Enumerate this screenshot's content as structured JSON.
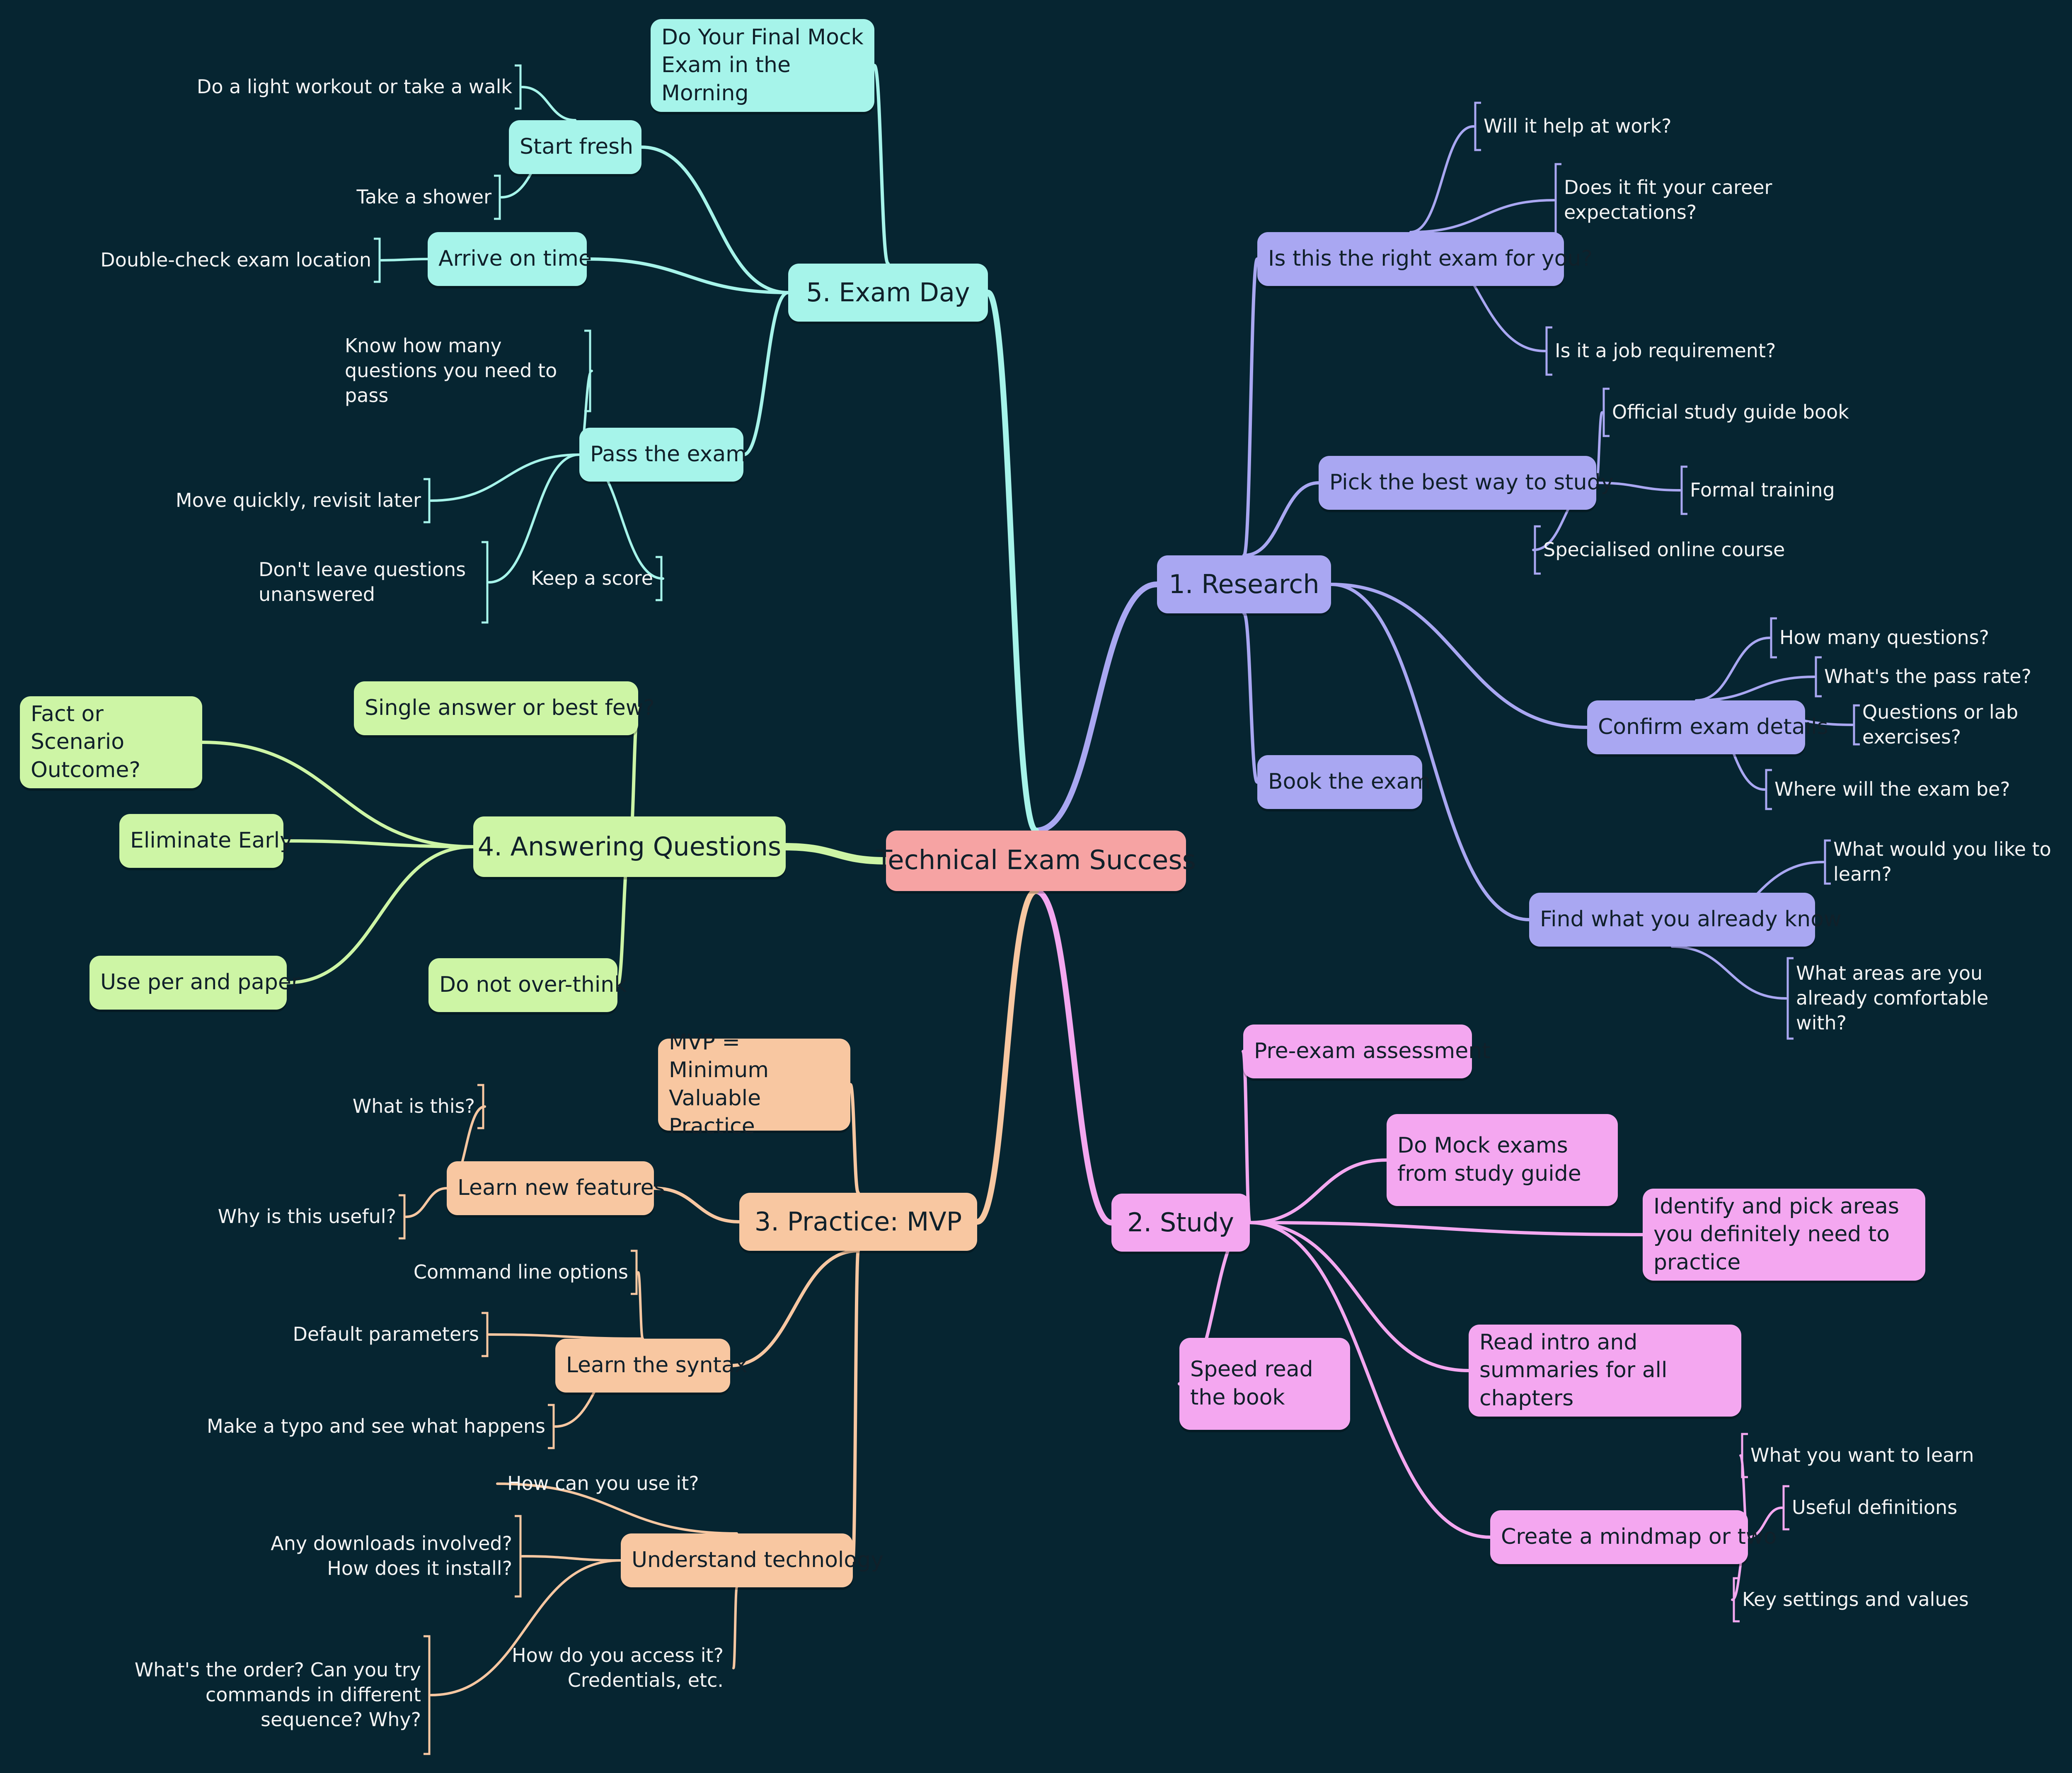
{
  "colors": {
    "background": "#062531",
    "root": "#f6a3a3",
    "research": "#a9a7f2",
    "study": "#f4a7f0",
    "practice": "#f8c7a1",
    "answering": "#cdf5a5",
    "exam_day": "#a6f4ea",
    "leaf_text": "#f4f4f4"
  },
  "root": "Technical Exam Success",
  "research": {
    "title": "1. Research",
    "right_exam": {
      "label": "Is this the right exam for you?",
      "items": [
        "Will it help at work?",
        "Does it fit your career expectations?",
        "Is it a job requirement?"
      ]
    },
    "best_way": {
      "label": "Pick the best way to study",
      "items": [
        "Official study guide book",
        "Formal training",
        "Specialised online course"
      ]
    },
    "confirm": {
      "label": "Confirm exam details",
      "items": [
        "How many questions?",
        "What's the pass rate?",
        "Questions or lab exercises?",
        "Where will the exam be?"
      ]
    },
    "book": {
      "label": "Book the exam"
    },
    "know": {
      "label": "Find what you already know",
      "items": [
        "What would you like to learn?",
        "What areas are you already comfortable with?"
      ]
    }
  },
  "study": {
    "title": "2. Study",
    "items": [
      "Pre-exam assessment",
      "Do Mock exams from study guide",
      "Identify and pick areas you definitely need to practice",
      "Read intro and summaries for all chapters",
      "Speed read the book"
    ],
    "mindmap": {
      "label": "Create a mindmap or two",
      "items": [
        "What you want to learn",
        "Useful definitions",
        "Key settings and values"
      ]
    }
  },
  "practice": {
    "title": "3. Practice: MVP",
    "mvp": "MVP = Minimum Valuable Practice",
    "learn_features": {
      "label": "Learn new features",
      "items": [
        "What is this?",
        "Why is this useful?"
      ]
    },
    "learn_syntax": {
      "label": "Learn the syntax",
      "items": [
        "Command line options",
        "Default parameters",
        "Make a typo and see what happens"
      ]
    },
    "understand": {
      "label": "Understand technology",
      "items": [
        "How can you use it?",
        "Any downloads involved? How does it install?",
        "What's the order? Can you try commands in different sequence? Why?",
        "How do you access it? Credentials, etc."
      ]
    }
  },
  "answering": {
    "title": "4. Answering Questions",
    "items": [
      "Single answer or best few?",
      "Fact or Scenario Outcome?",
      "Eliminate Early",
      "Use per and paper",
      "Do not over-think"
    ]
  },
  "exam_day": {
    "title": "5. Exam Day",
    "final_mock": "Do Your Final Mock Exam in the Morning",
    "start_fresh": {
      "label": "Start fresh",
      "items": [
        "Do a light workout or take a walk",
        "Take a shower"
      ]
    },
    "arrive": {
      "label": "Arrive on time",
      "items": [
        "Double-check exam location"
      ]
    },
    "pass": {
      "label": "Pass the exam",
      "items": [
        "Know how many questions you need to pass",
        "Move quickly, revisit later",
        "Don't leave questions unanswered",
        "Keep a score"
      ]
    }
  }
}
